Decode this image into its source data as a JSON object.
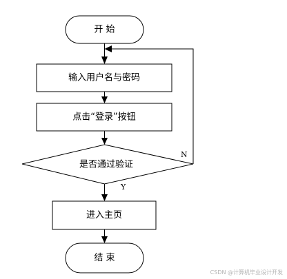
{
  "flowchart": {
    "start_label": "开 始",
    "step_input_label": "输入用户名与密码",
    "step_click_label": "点击“登录”按钮",
    "decision_label": "是否通过验证",
    "branch_no_label": "N",
    "branch_yes_label": "Y",
    "step_home_label": "进入主页",
    "end_label": "结 束"
  },
  "footer": {
    "watermark": "CSDN @计算机毕业设计开发"
  }
}
